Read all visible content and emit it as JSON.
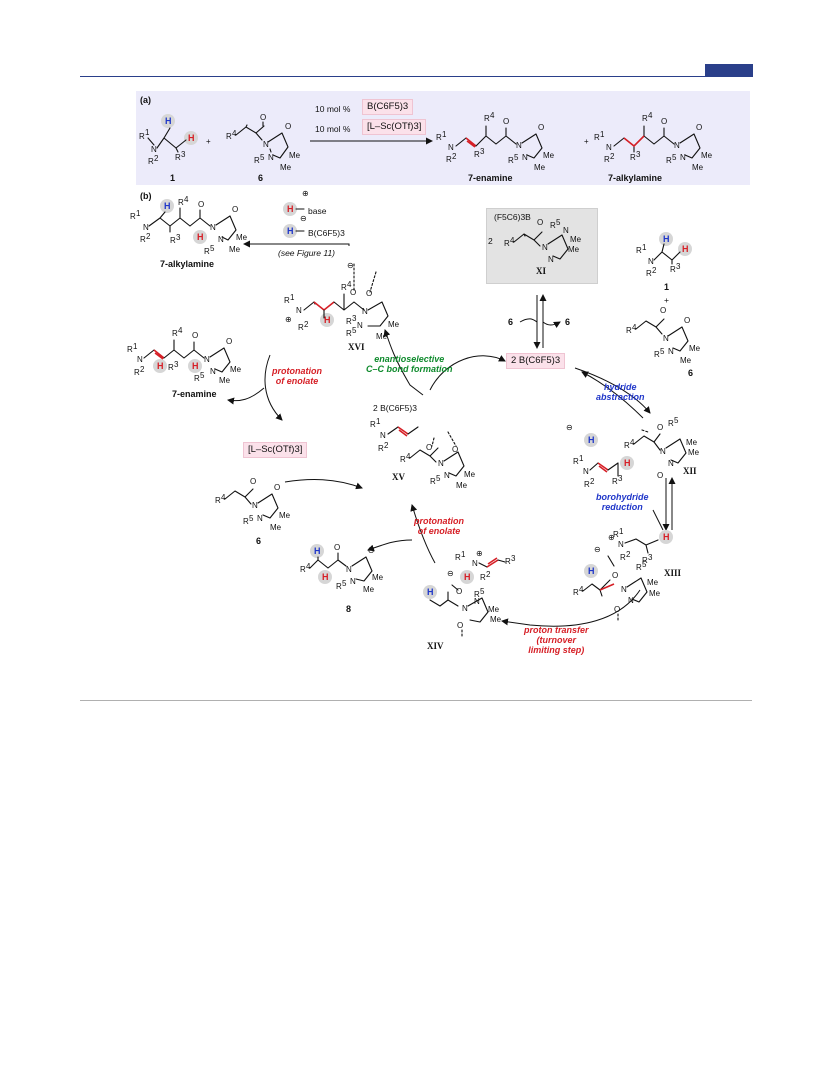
{
  "panels": {
    "a": "(a)",
    "b": "(b)"
  },
  "catalysts": {
    "loading1": "10 mol %",
    "cat1": "B(C6F5)3",
    "loading2": "10 mol %",
    "cat2": "[L–Sc(OTf)3]"
  },
  "compounds": {
    "c1": "1",
    "c6": "6",
    "enamine": "7-enamine",
    "alkylamine": "7-alkylamine",
    "alkylamine_b": "7-alkylamine",
    "enamine_b": "7-enamine",
    "c1_b": "1",
    "c6_b": "6",
    "c6_left": "6",
    "c8": "8",
    "plus": "+"
  },
  "intermediates": {
    "XI": "XI",
    "XII": "XII",
    "XIII": "XIII",
    "XIV": "XIV",
    "XV": "XV",
    "XVI": "XVI"
  },
  "reagents": {
    "base": "base",
    "borohydride": "B(C6F5)3",
    "see_figure": "(see Figure 11)",
    "borane_two": "2  B(C6F5)3",
    "borane_two_xv": "2  B(C6F5)3",
    "sc_cat": "[L–Sc(OTf)3]",
    "xi_two": "2",
    "xi_borane": "(F5C6)3B",
    "six_in": "6",
    "six_out": "6"
  },
  "steps": {
    "hydride_abstraction": "hydride\nabstraction",
    "borohydride_reduction": "borohydride\nreduction",
    "proton_transfer": "proton transfer\n(turnover\nlimiting step)",
    "protonation_enolate_mid": "protonation\nof enolate",
    "protonation_enolate_left": "protonation\nof enolate",
    "cc_formation": "enantioselective\nC–C bond formation"
  },
  "colors": {
    "header": "#2a3f8a",
    "panel_a_bg": "#ecebfa",
    "pink_box": "#fbe1ea",
    "red": "#d61f26",
    "blue": "#1f36c9",
    "green": "#0e8a2c"
  }
}
